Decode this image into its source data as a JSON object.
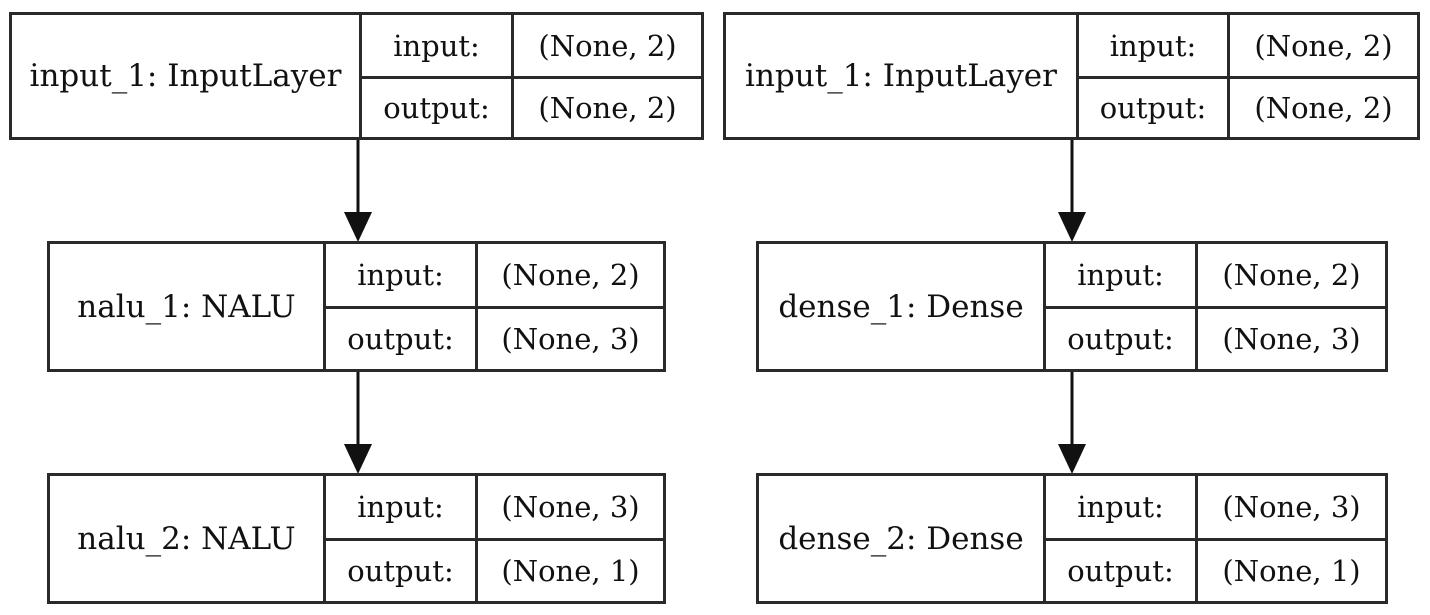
{
  "diagrams": [
    {
      "layers": [
        {
          "name": "input_1: InputLayer",
          "input_label": "input:",
          "input_shape": "(None, 2)",
          "output_label": "output:",
          "output_shape": "(None, 2)"
        },
        {
          "name": "nalu_1: NALU",
          "input_label": "input:",
          "input_shape": "(None, 2)",
          "output_label": "output:",
          "output_shape": "(None, 3)"
        },
        {
          "name": "nalu_2: NALU",
          "input_label": "input:",
          "input_shape": "(None, 3)",
          "output_label": "output:",
          "output_shape": "(None, 1)"
        }
      ]
    },
    {
      "layers": [
        {
          "name": "input_1: InputLayer",
          "input_label": "input:",
          "input_shape": "(None, 2)",
          "output_label": "output:",
          "output_shape": "(None, 2)"
        },
        {
          "name": "dense_1: Dense",
          "input_label": "input:",
          "input_shape": "(None, 2)",
          "output_label": "output:",
          "output_shape": "(None, 3)"
        },
        {
          "name": "dense_2: Dense",
          "input_label": "input:",
          "input_shape": "(None, 3)",
          "output_label": "output:",
          "output_shape": "(None, 1)"
        }
      ]
    }
  ]
}
